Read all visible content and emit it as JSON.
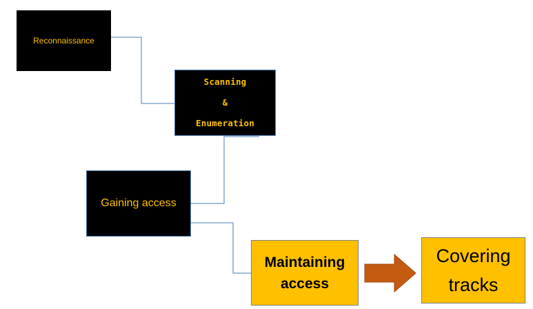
{
  "steps": {
    "reconnaissance": "Reconnaissance",
    "scanning_line1": "Scanning",
    "scanning_line2": "&",
    "scanning_line3": "Enumeration",
    "gaining_access": "Gaining access",
    "maintaining_line1": "Maintaining",
    "maintaining_line2": "access",
    "covering_line1": "Covering",
    "covering_line2": "tracks"
  },
  "colors": {
    "dark_box": "#000000",
    "dark_box_text": "#ffc000",
    "light_box": "#ffc000",
    "connector": "#4a7bb7",
    "arrow": "#c55a11"
  }
}
